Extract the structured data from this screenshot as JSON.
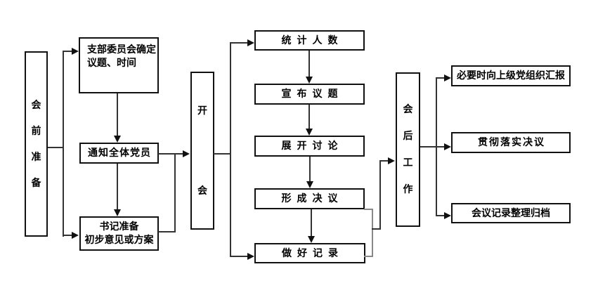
{
  "diagram": {
    "stages": {
      "pre": {
        "label": "会前准备"
      },
      "during": {
        "label": "开会"
      },
      "post": {
        "label": "会后工作"
      }
    },
    "pre_steps": {
      "committee": {
        "line1": "支部委员会确定",
        "line2": "议题、时间"
      },
      "notify": {
        "label": "通知全体党员"
      },
      "secretary": {
        "line1": "书记准备",
        "line2": "初步意见或方案"
      }
    },
    "during_steps": {
      "count": {
        "label": "统计人数"
      },
      "announce": {
        "label": "宣布议题"
      },
      "discuss": {
        "label": "展开讨论"
      },
      "resolve": {
        "label": "形成决议"
      },
      "record": {
        "label": "做好记录"
      }
    },
    "post_steps": {
      "report": {
        "label": "必要时向上级党组织汇报"
      },
      "implement": {
        "label": "贯彻落实决议"
      },
      "archive": {
        "label": "会议记录整理归档"
      }
    },
    "colors": {
      "border": "#111111",
      "line": "#333333",
      "gray_line": "#888888",
      "text": "#000000",
      "background": "#ffffff"
    }
  }
}
